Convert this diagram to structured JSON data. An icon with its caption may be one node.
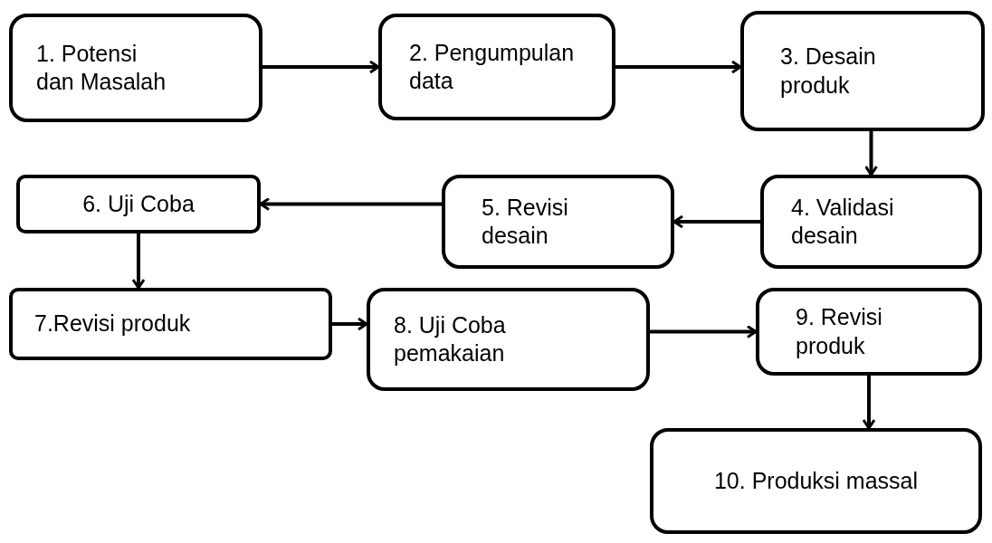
{
  "diagram": {
    "nodes": [
      {
        "text": [
          "1. Potensi dan Masalah"
        ]
      },
      {
        "text": [
          "2. Pengumpulan data"
        ]
      },
      {
        "text": [
          "3. Desain produk"
        ]
      },
      {
        "text": [
          "4. Validasi desain"
        ]
      },
      {
        "text": [
          "5. Revisi desain"
        ]
      },
      {
        "text": [
          "6. Uji Coba"
        ]
      },
      {
        "text": [
          "7.Revisi produk"
        ]
      },
      {
        "text": [
          "8. Uji Coba pemakaian"
        ]
      },
      {
        "text": [
          "9. Revisi produk"
        ]
      },
      {
        "text": [
          "10. Produksi massal"
        ]
      }
    ],
    "edges": [
      {
        "from": 0,
        "to": 1,
        "arrow": "to"
      },
      {
        "from": 1,
        "to": 2,
        "arrow": "to"
      },
      {
        "from": 2,
        "to": 3,
        "arrow": "to"
      },
      {
        "from": 3,
        "to": 4,
        "arrow": "to"
      },
      {
        "from": 4,
        "to": 5,
        "arrow": "to"
      },
      {
        "from": 5,
        "to": 6,
        "arrow": "to"
      },
      {
        "from": 6,
        "to": 7,
        "arrow": "to"
      },
      {
        "from": 7,
        "to": 8,
        "arrow": "to"
      },
      {
        "from": 8,
        "to": 9,
        "arrow": "to"
      }
    ]
  }
}
